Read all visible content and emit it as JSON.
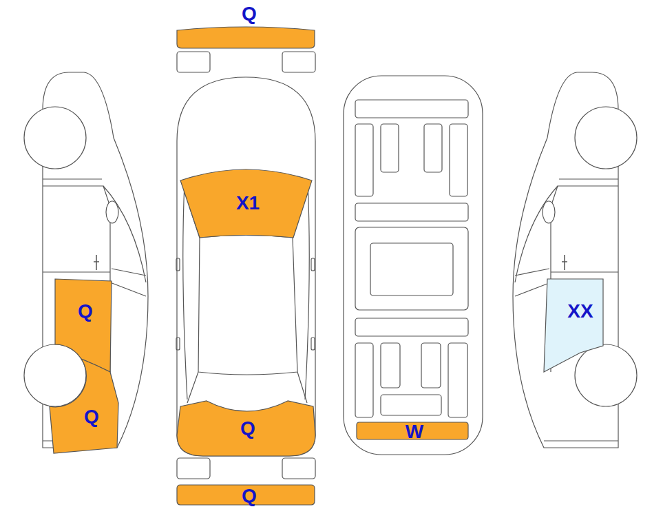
{
  "diagram": {
    "nodes": [
      {
        "text": [
          "Q"
        ]
      },
      {
        "text": [
          "X1"
        ]
      },
      {
        "text": [
          "Q"
        ]
      },
      {
        "text": [
          "XX"
        ]
      },
      {
        "text": [
          "Q"
        ]
      },
      {
        "text": [
          "Q"
        ]
      },
      {
        "text": [
          "W"
        ]
      },
      {
        "text": [
          "Q"
        ]
      }
    ]
  }
}
